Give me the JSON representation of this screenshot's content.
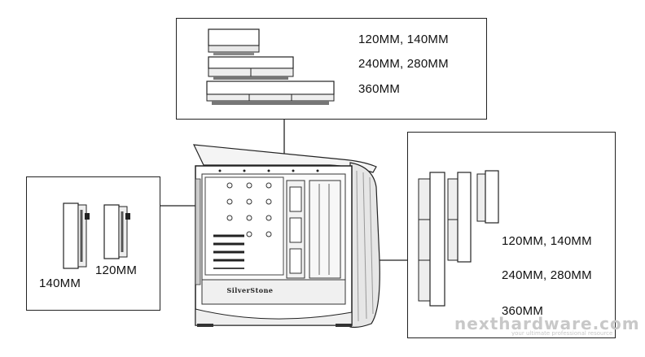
{
  "top_panel": {
    "labels": [
      "120MM, 140MM",
      "240MM, 280MM",
      "360MM"
    ]
  },
  "left_panel": {
    "labels": [
      "140MM",
      "120MM"
    ]
  },
  "right_panel": {
    "labels": [
      "120MM, 140MM",
      "240MM, 280MM",
      "360MM"
    ]
  },
  "case": {
    "brand_plate": "SilverStone"
  },
  "watermark": {
    "main": "nexthardware.com",
    "tagline": "your ultimate professional resource"
  }
}
